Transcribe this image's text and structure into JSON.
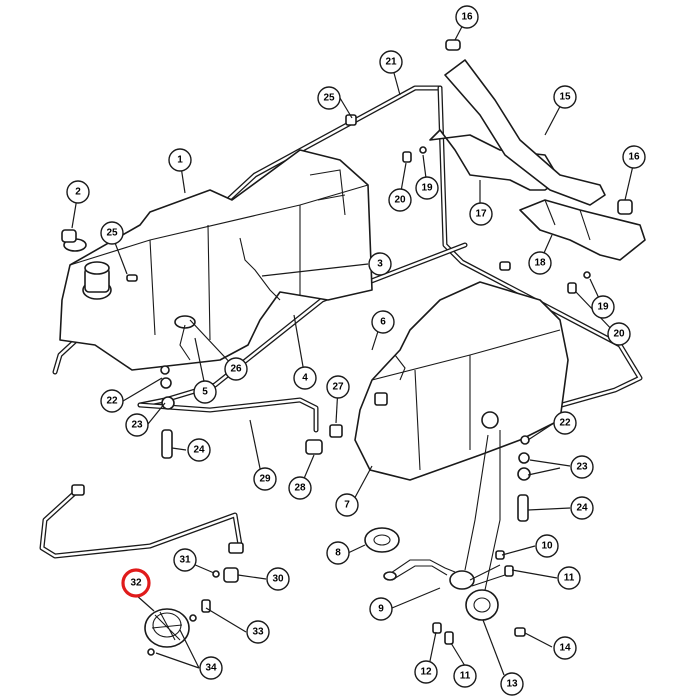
{
  "diagram": {
    "highlight_color": "#e01b1b",
    "line_color": "#1a1a1a",
    "highlighted_part": "32",
    "callouts": {
      "c1": "1",
      "c2": "2",
      "c3": "3",
      "c4": "4",
      "c5": "5",
      "c6": "6",
      "c7": "7",
      "c8": "8",
      "c9": "9",
      "c10": "10",
      "c11a": "11",
      "c11b": "11",
      "c12": "12",
      "c13": "13",
      "c14": "14",
      "c15": "15",
      "c16a": "16",
      "c16b": "16",
      "c17": "17",
      "c18": "18",
      "c19a": "19",
      "c19b": "19",
      "c20a": "20",
      "c20b": "20",
      "c21": "21",
      "c22a": "22",
      "c22b": "22",
      "c23a": "23",
      "c23b": "23",
      "c24a": "24",
      "c24b": "24",
      "c25a": "25",
      "c25b": "25",
      "c26": "26",
      "c27": "27",
      "c28": "28",
      "c29": "29",
      "c30": "30",
      "c31": "31",
      "c32": "32",
      "c33": "33",
      "c34": "34"
    }
  }
}
